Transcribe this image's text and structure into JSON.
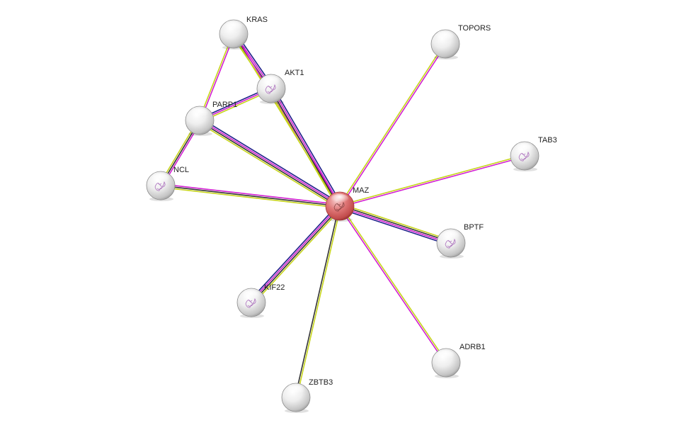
{
  "network": {
    "nodes": [
      {
        "id": "MAZ",
        "label": "MAZ",
        "query": true,
        "structure": true
      },
      {
        "id": "KRAS",
        "label": "KRAS",
        "query": false,
        "structure": false
      },
      {
        "id": "AKT1",
        "label": "AKT1",
        "query": false,
        "structure": true
      },
      {
        "id": "PARP1",
        "label": "PARP1",
        "query": false,
        "structure": false
      },
      {
        "id": "NCL",
        "label": "NCL",
        "query": false,
        "structure": true
      },
      {
        "id": "TOPORS",
        "label": "TOPORS",
        "query": false,
        "structure": false
      },
      {
        "id": "TAB3",
        "label": "TAB3",
        "query": false,
        "structure": true
      },
      {
        "id": "BPTF",
        "label": "BPTF",
        "query": false,
        "structure": true
      },
      {
        "id": "KIF22",
        "label": "KIF22",
        "query": false,
        "structure": true
      },
      {
        "id": "ADRB1",
        "label": "ADRB1",
        "query": false,
        "structure": false
      },
      {
        "id": "ZBTB3",
        "label": "ZBTB3",
        "query": false,
        "structure": false
      }
    ],
    "edges": [
      {
        "source": "KRAS",
        "target": "AKT1",
        "evidence": [
          "textmining",
          "coexpression",
          "experiments",
          "database"
        ]
      },
      {
        "source": "KRAS",
        "target": "PARP1",
        "evidence": [
          "textmining",
          "experiments"
        ]
      },
      {
        "source": "KRAS",
        "target": "MAZ",
        "evidence": [
          "textmining",
          "experiments"
        ]
      },
      {
        "source": "PARP1",
        "target": "AKT1",
        "evidence": [
          "textmining",
          "experiments",
          "database"
        ]
      },
      {
        "source": "PARP1",
        "target": "NCL",
        "evidence": [
          "textmining",
          "experiments",
          "coexpression"
        ]
      },
      {
        "source": "PARP1",
        "target": "MAZ",
        "evidence": [
          "textmining",
          "coexpression",
          "experiments",
          "database"
        ]
      },
      {
        "source": "AKT1",
        "target": "MAZ",
        "evidence": [
          "textmining",
          "coexpression",
          "experiments",
          "database"
        ]
      },
      {
        "source": "NCL",
        "target": "MAZ",
        "evidence": [
          "textmining",
          "experiments",
          "coexpression"
        ]
      },
      {
        "source": "TOPORS",
        "target": "MAZ",
        "evidence": [
          "textmining",
          "experiments"
        ]
      },
      {
        "source": "TAB3",
        "target": "MAZ",
        "evidence": [
          "textmining",
          "experiments"
        ]
      },
      {
        "source": "BPTF",
        "target": "MAZ",
        "evidence": [
          "textmining",
          "coexpression",
          "experiments",
          "database"
        ]
      },
      {
        "source": "KIF22",
        "target": "MAZ",
        "evidence": [
          "textmining",
          "coexpression",
          "experiments",
          "database"
        ]
      },
      {
        "source": "ADRB1",
        "target": "MAZ",
        "evidence": [
          "textmining",
          "experiments"
        ]
      },
      {
        "source": "ZBTB3",
        "target": "MAZ",
        "evidence": [
          "textmining",
          "coexpression"
        ]
      }
    ],
    "evidence_colors": {
      "textmining": "#c6d41a",
      "coexpression": "#333333",
      "experiments": "#d21fd2",
      "database": "#1f1f8a"
    },
    "node_colors": {
      "query_fill": "#e07575",
      "query_rim": "#a23838",
      "other_fill": "#e6e6e6",
      "other_rim": "#8c8c8c",
      "structure_glyph": "#a05ab4"
    }
  }
}
